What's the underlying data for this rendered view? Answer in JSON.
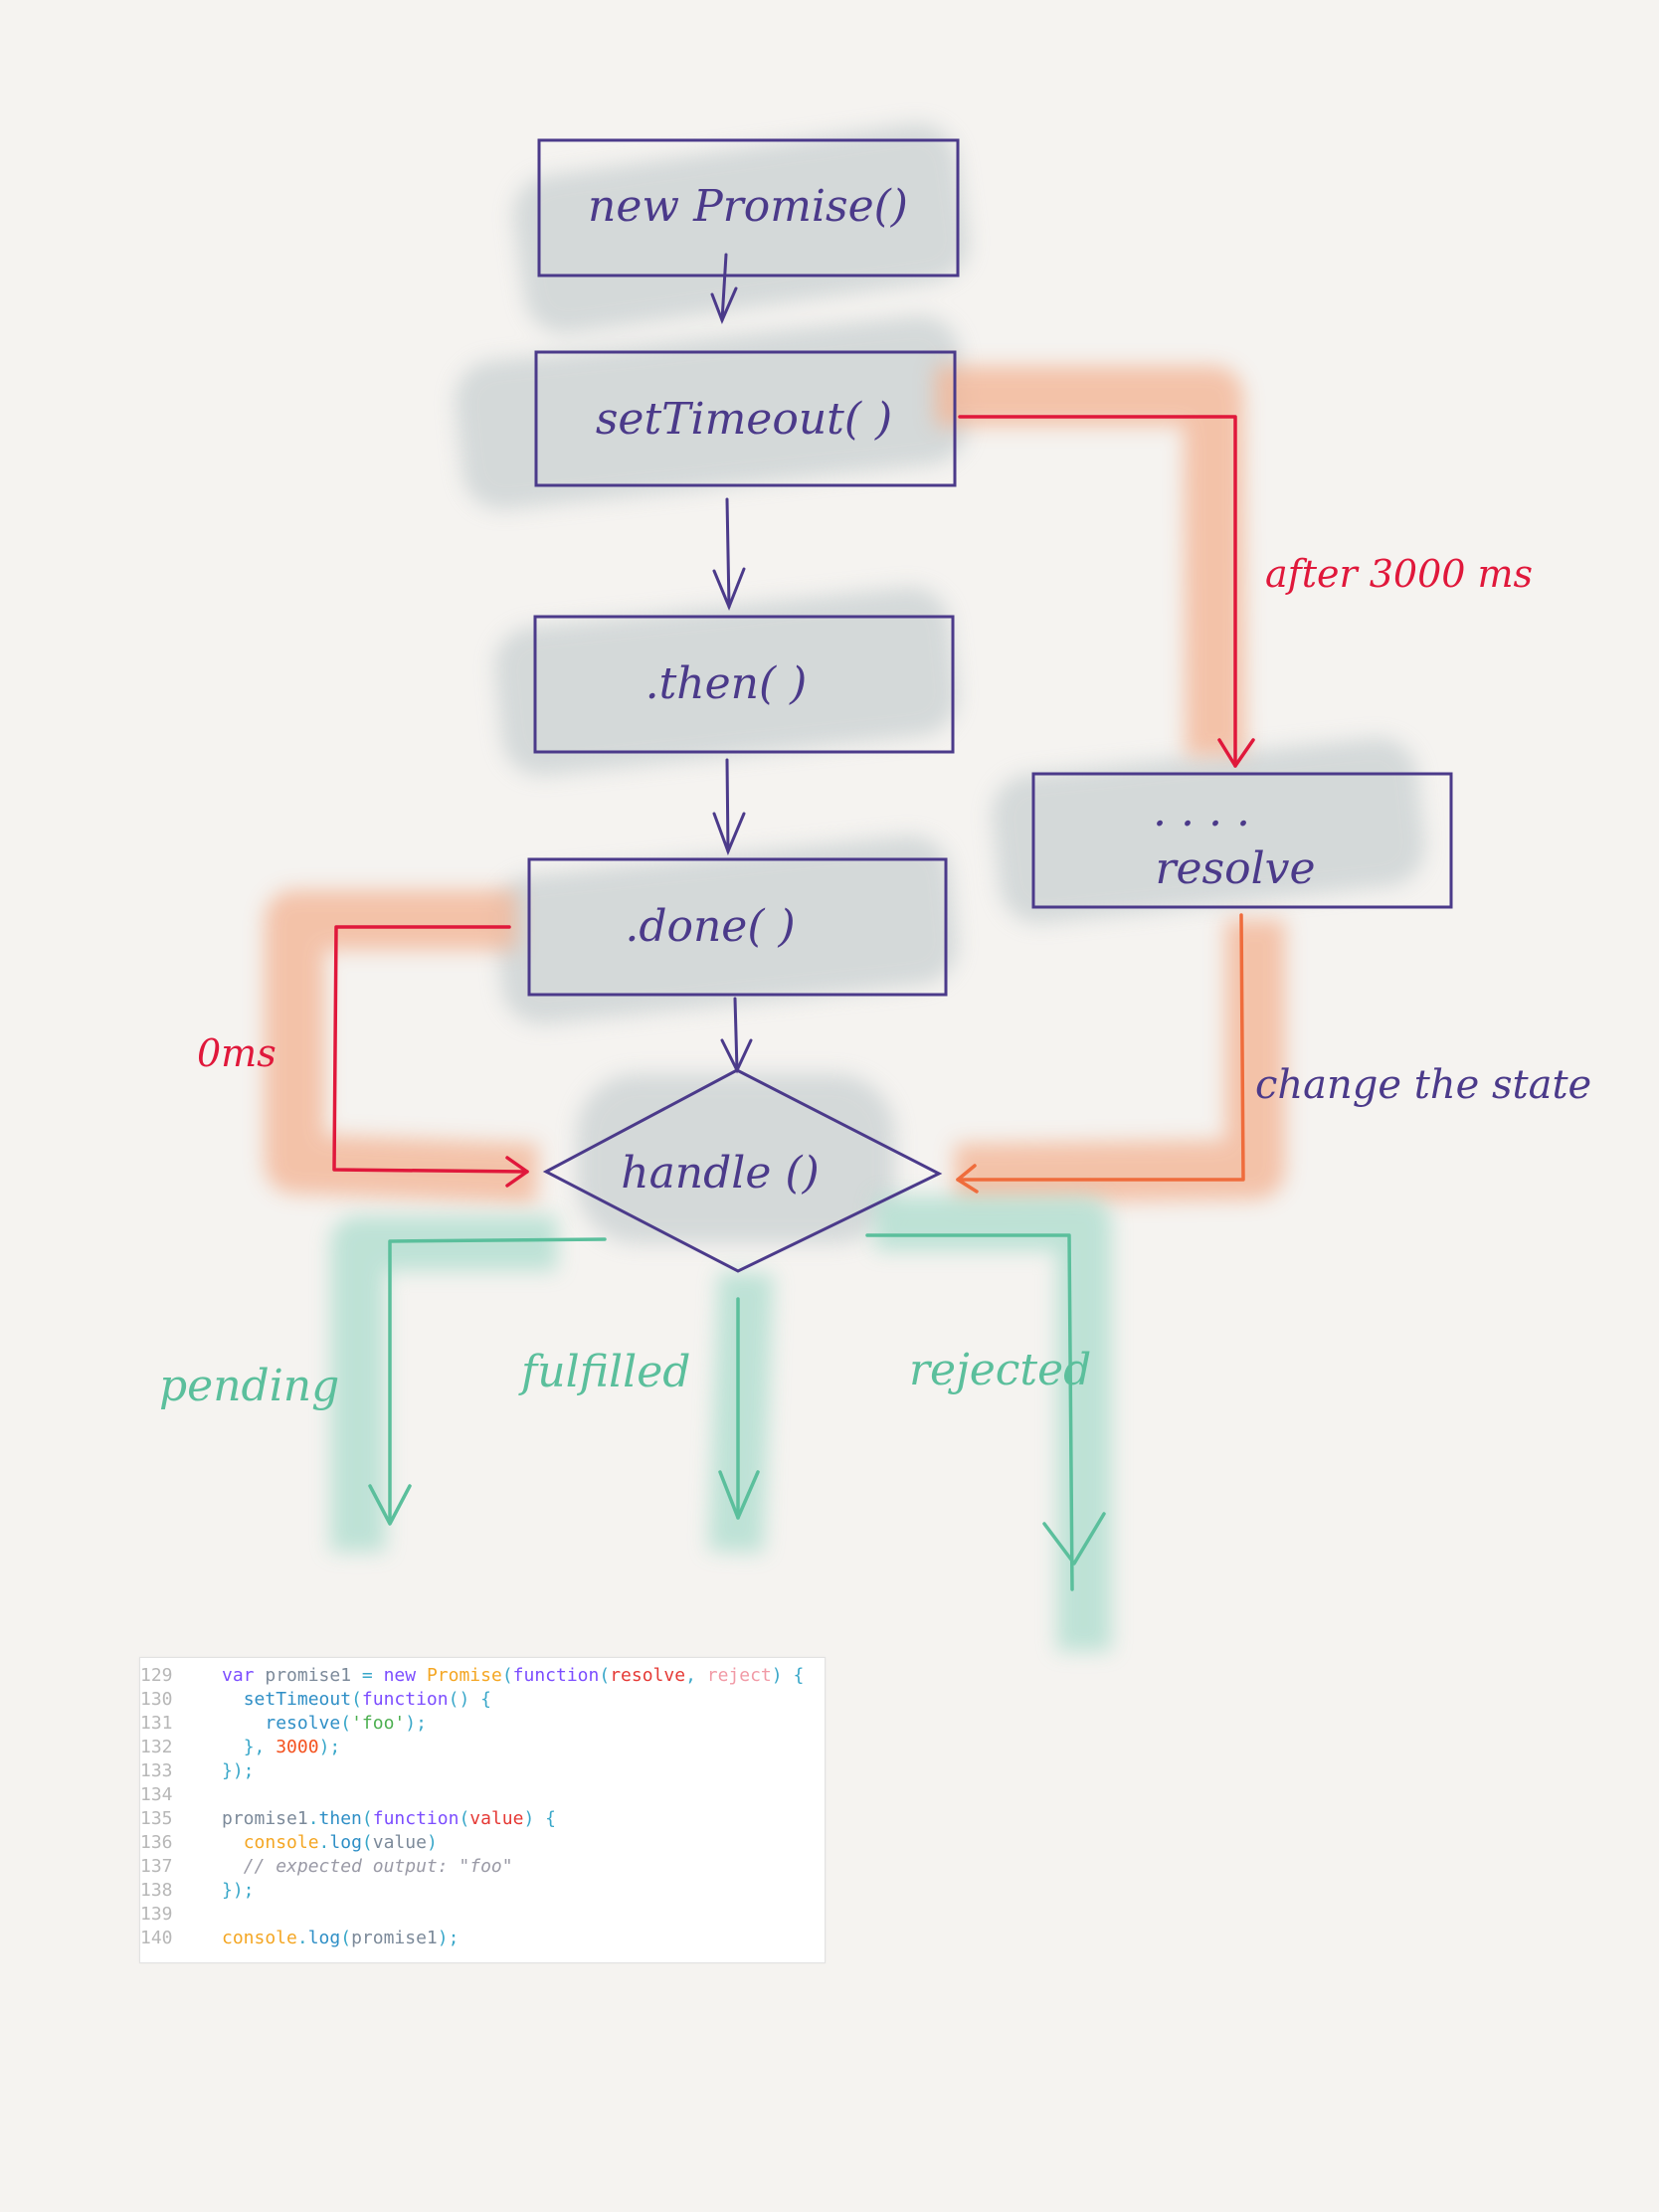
{
  "nodes": {
    "new_promise": "new Promise()",
    "set_timeout": "setTimeout( )",
    "then": ".then( )",
    "done": ".done( )",
    "resolve_dots": ". . . .",
    "resolve": "resolve",
    "handle": "handle ()"
  },
  "edge_labels": {
    "after": "after 3000 ms",
    "zero": "0ms",
    "change_state": "change the state"
  },
  "outcomes": {
    "pending": "pending",
    "fulfilled": "fulfilled",
    "rejected": "rejected"
  },
  "colors": {
    "box_stroke": "#4b3a8a",
    "gray_highlight": "#c9d0d2",
    "orange_highlight": "#f3b697",
    "green_highlight": "#b4dfd1",
    "red_arrow": "#e0183b",
    "green_arrow": "#5bbf9c",
    "background": "#f5f3f0"
  },
  "code": {
    "lines": [
      {
        "n": "129",
        "html": "<span class='c-kw'>var</span> <span class='c-plain'>promise1</span> <span class='c-punc'>=</span> <span class='c-kw'>new</span> <span class='c-cls'>Promise</span><span class='c-punc'>(</span><span class='c-kw'>function</span><span class='c-punc'>(</span><span class='c-param'>resolve</span><span class='c-punc'>,</span> <span class='c-param2'>reject</span><span class='c-punc'>) {</span>"
      },
      {
        "n": "130",
        "html": "  <span class='c-fn'>setTimeout</span><span class='c-punc'>(</span><span class='c-kw'>function</span><span class='c-punc'>() {</span>"
      },
      {
        "n": "131",
        "html": "    <span class='c-fn'>resolve</span><span class='c-punc'>(</span><span class='c-str'>'foo'</span><span class='c-punc'>);</span>"
      },
      {
        "n": "132",
        "html": "  <span class='c-punc'>},</span> <span class='c-num'>3000</span><span class='c-punc'>);</span>"
      },
      {
        "n": "133",
        "html": "<span class='c-punc'>});</span>"
      },
      {
        "n": "134",
        "html": ""
      },
      {
        "n": "135",
        "html": "<span class='c-plain'>promise1</span><span class='c-punc'>.</span><span class='c-fn'>then</span><span class='c-punc'>(</span><span class='c-kw'>function</span><span class='c-punc'>(</span><span class='c-param'>value</span><span class='c-punc'>) {</span>"
      },
      {
        "n": "136",
        "html": "  <span class='c-obj'>console</span><span class='c-punc'>.</span><span class='c-fn'>log</span><span class='c-punc'>(</span><span class='c-plain'>value</span><span class='c-punc'>)</span>"
      },
      {
        "n": "137",
        "html": "  <span class='c-cmt'>// expected output: \"foo\"</span>"
      },
      {
        "n": "138",
        "html": "<span class='c-punc'>});</span>"
      },
      {
        "n": "139",
        "html": ""
      },
      {
        "n": "140",
        "html": "<span class='c-obj'>console</span><span class='c-punc'>.</span><span class='c-fn'>log</span><span class='c-punc'>(</span><span class='c-plain'>promise1</span><span class='c-punc'>);</span>"
      }
    ]
  }
}
